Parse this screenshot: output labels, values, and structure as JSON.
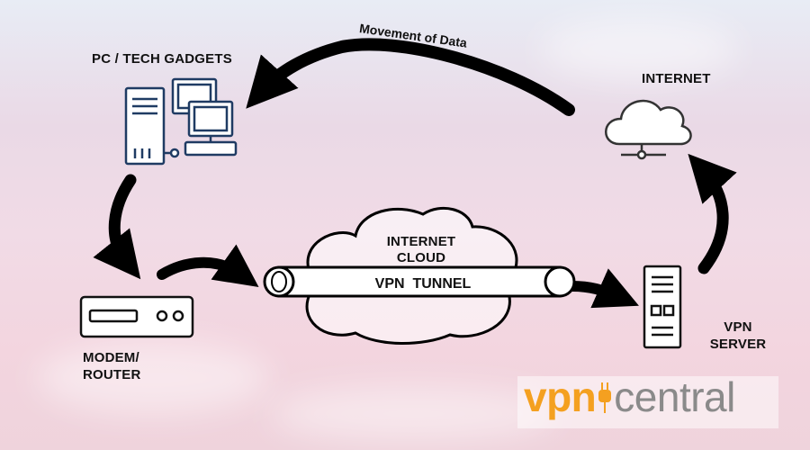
{
  "nodes": {
    "pc": "PC / TECH GADGETS",
    "internet": "INTERNET",
    "internet_cloud": "INTERNET CLOUD",
    "tunnel": "VPN  TUNNEL",
    "modem_line1": "MODEM/",
    "modem_line2": "ROUTER",
    "server_line1": "VPN",
    "server_line2": "SERVER"
  },
  "edge_label": "Movement of Data",
  "brand": {
    "vpn": "vpn",
    "central": "central",
    "vpn_color": "#f4a020",
    "central_color": "#8a8a8a"
  },
  "icons": [
    "computer-icon",
    "cloud-server-icon",
    "router-icon",
    "server-icon",
    "internet-cloud-icon"
  ]
}
